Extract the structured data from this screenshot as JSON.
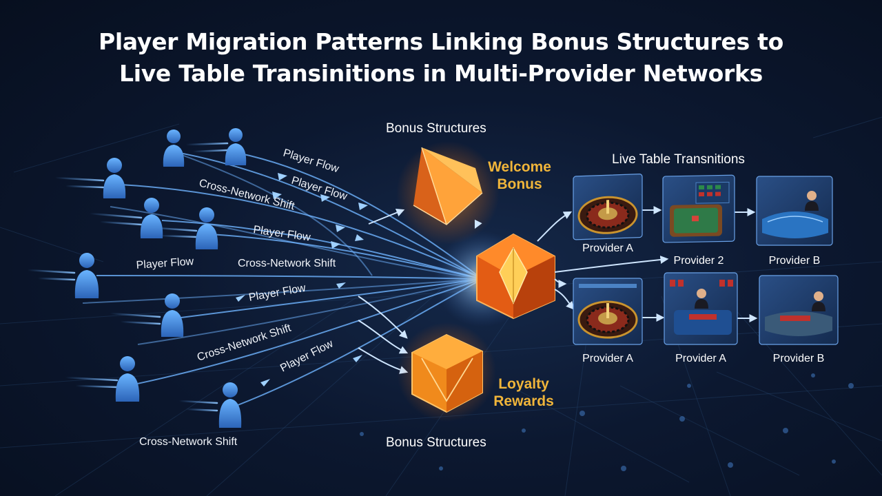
{
  "title_line1": "Player Migration Patterns Linking Bonus Structures to",
  "title_line2": "Live Table Transinitions in Multi-Provider Networks",
  "bonus_structures_top": "Bonus Structures",
  "bonus_structures_bottom": "Bonus Structures",
  "live_table_heading": "Live Table Transnitions",
  "welcome_bonus": [
    "Welcome",
    "Bonus"
  ],
  "loyalty_rewards": [
    "Loyalty",
    "Rewards"
  ],
  "flow_labels": {
    "player_flow": "Player Flow",
    "cross_network_shift": "Cross-Network Shift"
  },
  "providers_row1": [
    "Provider A",
    "Provider 2",
    "Provider B"
  ],
  "providers_row2": [
    "Provider A",
    "Provider A",
    "Provider B"
  ],
  "colors": {
    "background": "#0c1830",
    "flow_line": "#6fb4ff",
    "player_figure": "#3d7fd6",
    "cube_orange": "#f08a1c",
    "gold_text": "#f0b53a"
  },
  "icons": [
    "player-figure-icon",
    "flow-arrow-icon",
    "welcome-bonus-prism-icon",
    "central-hub-cube-icon",
    "loyalty-rewards-cube-icon",
    "roulette-table-icon",
    "card-table-icon",
    "dealer-table-icon"
  ]
}
